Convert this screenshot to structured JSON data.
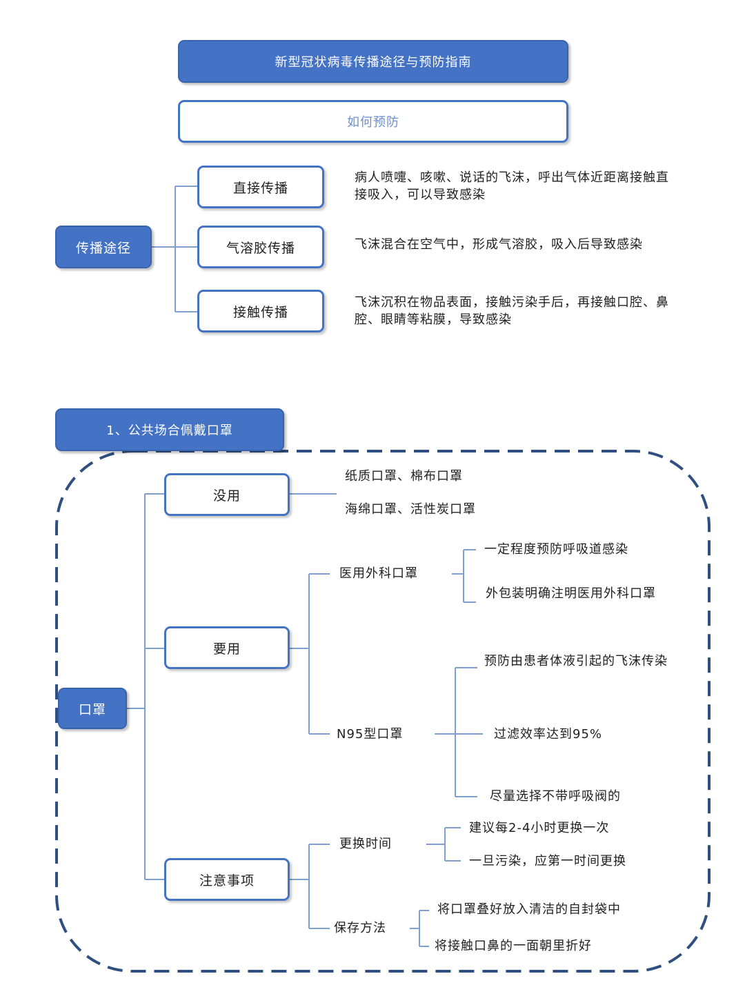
{
  "colors": {
    "accent": "#4472c4",
    "line": "#7f9fcf",
    "dash": "#2f4f80"
  },
  "header": {
    "title": "新型冠状病毒传播途径与预防指南",
    "subtitle": "如何预防"
  },
  "transmission": {
    "root": "传播途径",
    "routes": [
      {
        "label": "直接传播",
        "desc": "病人喷嚏、咳嗽、说话的飞沫，呼出气体近距离接触直接吸入，可以导致感染"
      },
      {
        "label": "气溶胶传播",
        "desc": "飞沫混合在空气中，形成气溶胶，吸入后导致感染"
      },
      {
        "label": "接触传播",
        "desc": "飞沫沉积在物品表面，接触污染手后，再接触口腔、鼻腔、眼睛等粘膜，导致感染"
      }
    ]
  },
  "section1": {
    "title": "1、公共场合佩戴口罩",
    "root": "口罩",
    "useless": {
      "label": "没用",
      "items": [
        "纸质口罩、棉布口罩",
        "海绵口罩、活性炭口罩"
      ]
    },
    "useful": {
      "label": "要用",
      "surgical": {
        "label": "医用外科口罩",
        "items": [
          "一定程度预防呼吸道感染",
          "外包装明确注明医用外科口罩"
        ]
      },
      "n95": {
        "label": "N95型口罩",
        "items": [
          "预防由患者体液引起的飞沫传染",
          "过滤效率达到95%",
          "尽量选择不带呼吸阀的"
        ]
      }
    },
    "notes": {
      "label": "注意事项",
      "replace": {
        "label": "更换时间",
        "items": [
          "建议每2-4小时更换一次",
          "一旦污染，应第一时间更换"
        ]
      },
      "storage": {
        "label": "保存方法",
        "items": [
          "将口罩叠好放入清洁的自封袋中",
          "将接触口鼻的一面朝里折好"
        ]
      }
    }
  }
}
